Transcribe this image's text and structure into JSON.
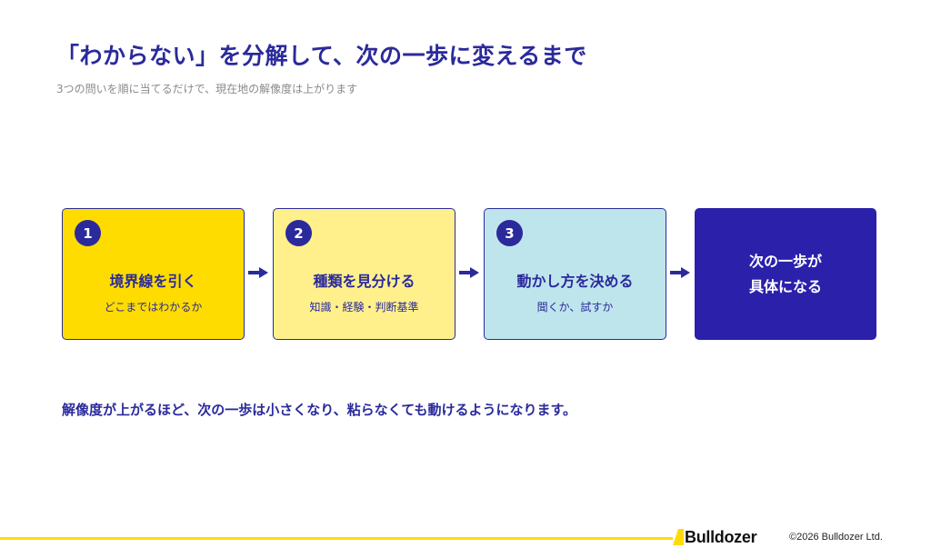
{
  "title": "「わからない」を分解して、次の一歩に変えるまで",
  "subtitle": "3つの問いを順に当てるだけで、現在地の解像度は上がります",
  "steps": [
    {
      "number": "1",
      "label": "境界線を引く",
      "sub": "どこまではわかるか",
      "color": "#ffdc00"
    },
    {
      "number": "2",
      "label": "種類を見分ける",
      "sub": "知識・経験・判断基準",
      "color": "#fff08c"
    },
    {
      "number": "3",
      "label": "動かし方を決める",
      "sub": "聞くか、試すか",
      "color": "#bfe5ec"
    }
  ],
  "result": {
    "line1": "次の一歩が",
    "line2": "具体になる",
    "color": "#2a20aa"
  },
  "arrows": {
    "icon": "arrow-right-icon"
  },
  "message": "解像度が上がるほど、次の一歩は小さくなり、粘らなくても動けるようになります。",
  "footer": {
    "logo": "Bulldozer",
    "copyright": "©2026 Bulldozer Ltd.",
    "accent": "#ffdc00"
  },
  "colors": {
    "primary": "#2a2a9c",
    "accent": "#ffdc00"
  }
}
